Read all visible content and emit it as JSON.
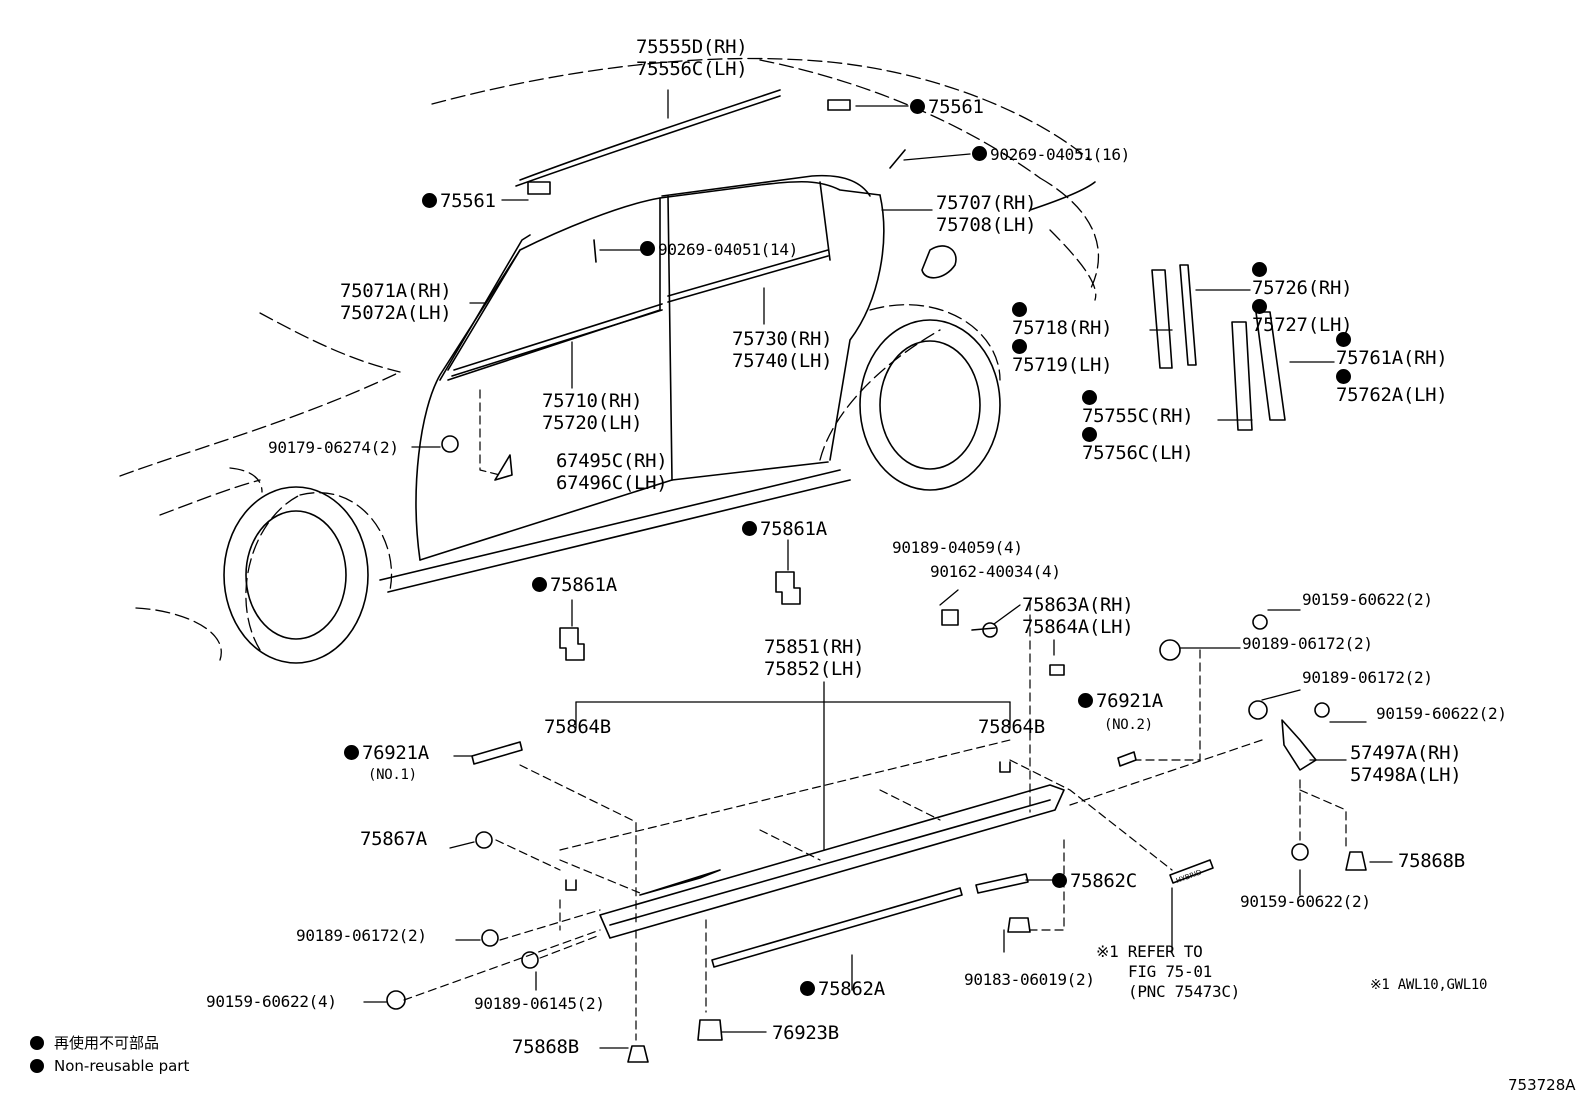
{
  "labels": {
    "roof_molding": [
      "75555D(RH)",
      "75556C(LH)"
    ],
    "clip_75561_top": "75561",
    "clip_75561_left": "75561",
    "screw_16": "90269-04051(16)",
    "screw_14": "90269-04051(14)",
    "quarter_molding": [
      "75707(RH)",
      "75708(LH)"
    ],
    "windshield_molding": [
      "75071A(RH)",
      "75072A(LH)"
    ],
    "front_door_belt": [
      "75710(RH)",
      "75720(LH)"
    ],
    "rear_door_belt": [
      "75730(RH)",
      "75740(LH)"
    ],
    "mirror_cover": [
      "67495C(RH)",
      "67496C(LH)"
    ],
    "nut_90179": "90179-06274(2)",
    "pillar_tape_1": [
      "75718(RH)",
      "75719(LH)"
    ],
    "pillar_tape_2": [
      "75726(RH)",
      "75727(LH)"
    ],
    "pillar_tape_3": [
      "75761A(RH)",
      "75762A(LH)"
    ],
    "pillar_tape_4": [
      "75755C(RH)",
      "75756C(LH)"
    ],
    "pad_75861A_a": "75861A",
    "pad_75861A_b": "75861A",
    "clip_90189_04059": "90189-04059(4)",
    "screw_90162": "90162-40034(4)",
    "retainer": [
      "75863A(RH)",
      "75864A(LH)"
    ],
    "clip_90159_top": "90159-60622(2)",
    "clip_90189_06172_top": "90189-06172(2)",
    "clip_90189_06172_mid": "90189-06172(2)",
    "clip_90159_mid": "90159-60622(2)",
    "rocker_molding": [
      "75851(RH)",
      "75852(LH)"
    ],
    "retainer_75864B_left": "75864B",
    "retainer_75864B_right": "75864B",
    "tape_76921A_no2": "76921A",
    "tape_76921A_no2_sub": "(NO.2)",
    "tape_76921A_no1": "76921A",
    "tape_76921A_no1_sub": "(NO.1)",
    "bracket": [
      "57497A(RH)",
      "57498A(LH)"
    ],
    "clip_75867A": "75867A",
    "clip_75868B_right": "75868B",
    "clip_90159_bottom_right": "90159-60622(2)",
    "tape_75862C": "75862C",
    "clip_90189_06172_bottom": "90189-06172(2)",
    "clip_90159_60622_4": "90159-60622(4)",
    "clip_90189_06145": "90189-06145(2)",
    "tape_75862A": "75862A",
    "clip_90183": "90183-06019(2)",
    "refer_note": [
      "※1 REFER TO",
      "FIG 75-01",
      "(PNC 75473C)"
    ],
    "model_note": "※1 AWL10,GWL10",
    "clip_75868B_bottom": "75868B",
    "clip_76923B": "76923B"
  },
  "legend": {
    "jp": "再使用不可部品",
    "en": "Non-reusable part"
  },
  "figure_id": "753728A",
  "emblem_text": "HYBRID"
}
